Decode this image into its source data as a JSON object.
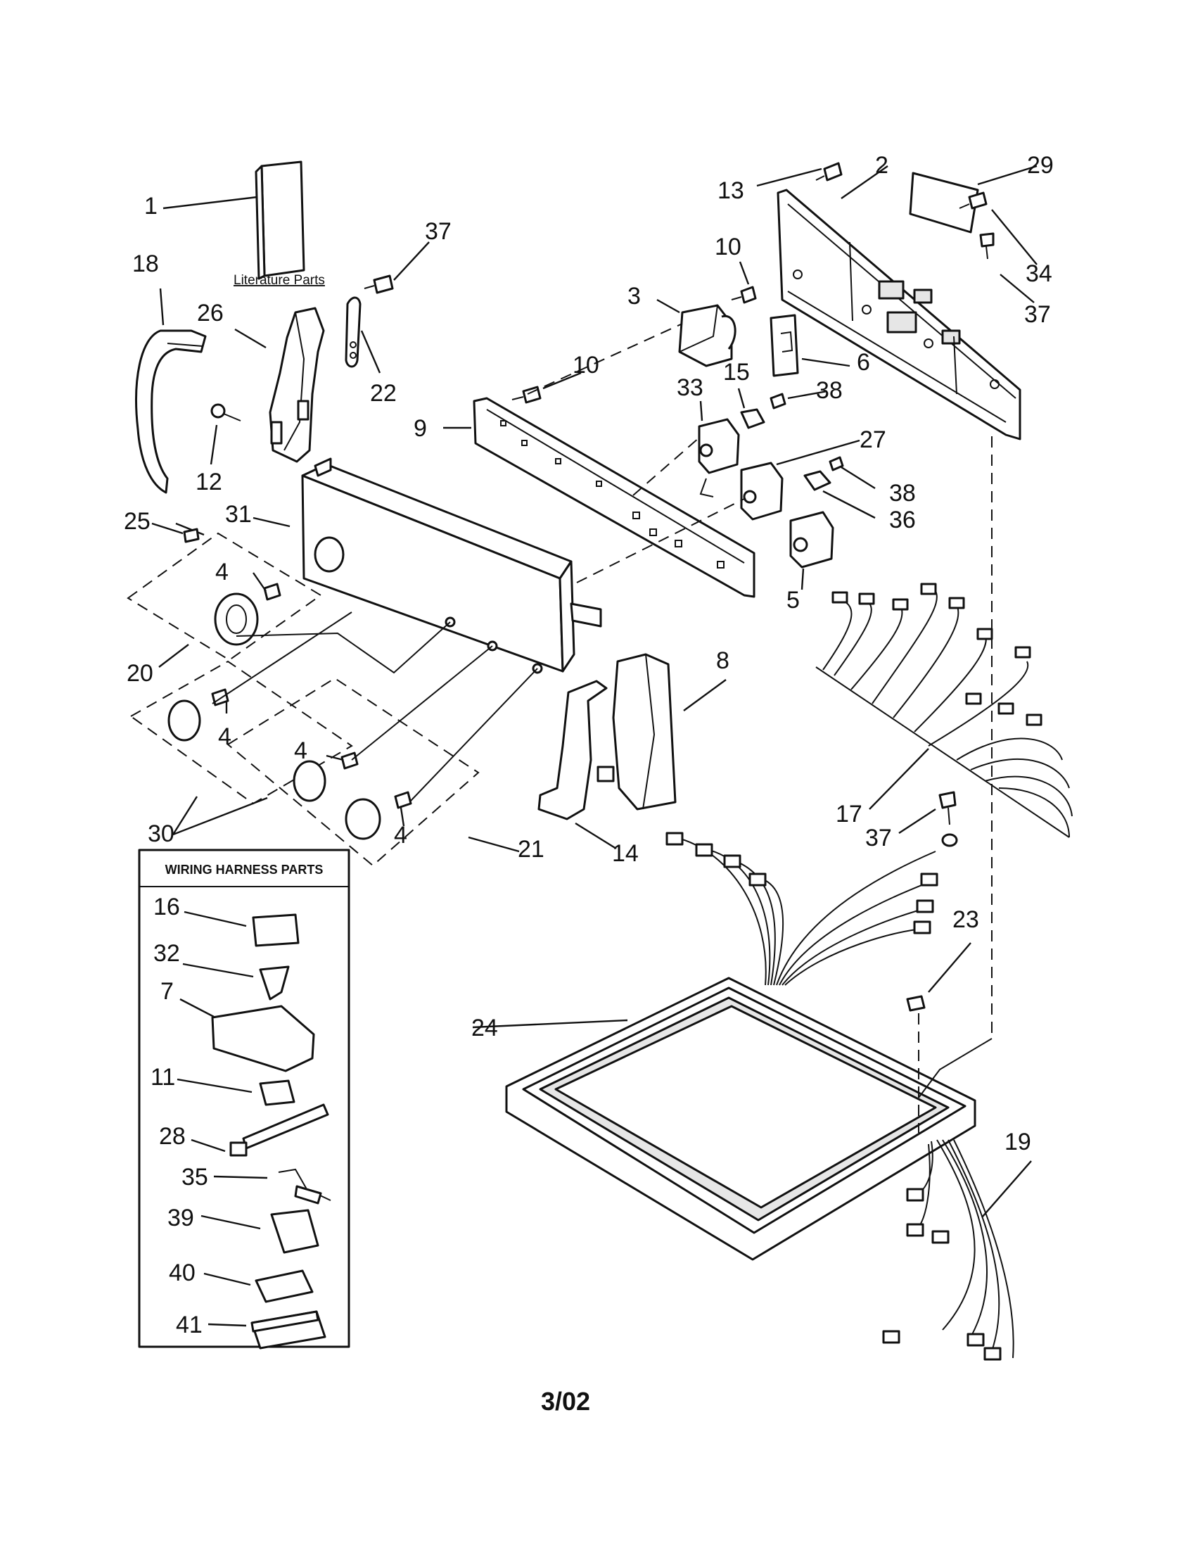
{
  "labels": {
    "n1": "1",
    "n2": "2",
    "n3": "3",
    "n4a": "4",
    "n4b": "4",
    "n4c": "4",
    "n4d": "4",
    "n5": "5",
    "n6": "6",
    "n7": "7",
    "n8": "8",
    "n9": "9",
    "n10a": "10",
    "n10b": "10",
    "n11": "11",
    "n12": "12",
    "n13": "13",
    "n14": "14",
    "n15": "15",
    "n16": "16",
    "n17": "17",
    "n18": "18",
    "n19": "19",
    "n20": "20",
    "n21": "21",
    "n22": "22",
    "n23": "23",
    "n24": "24",
    "n25": "25",
    "n26": "26",
    "n27": "27",
    "n28": "28",
    "n29": "29",
    "n30": "30",
    "n31": "31",
    "n32": "32",
    "n33": "33",
    "n34": "34",
    "n35": "35",
    "n36": "36",
    "n37a": "37",
    "n37b": "37",
    "n37c": "37",
    "n38a": "38",
    "n38b": "38",
    "n39": "39",
    "n40": "40",
    "n41": "41"
  },
  "literature_parts_caption": "Literature Parts",
  "wiring_harness_title": "WIRING HARNESS PARTS",
  "footer_date": "3/02"
}
